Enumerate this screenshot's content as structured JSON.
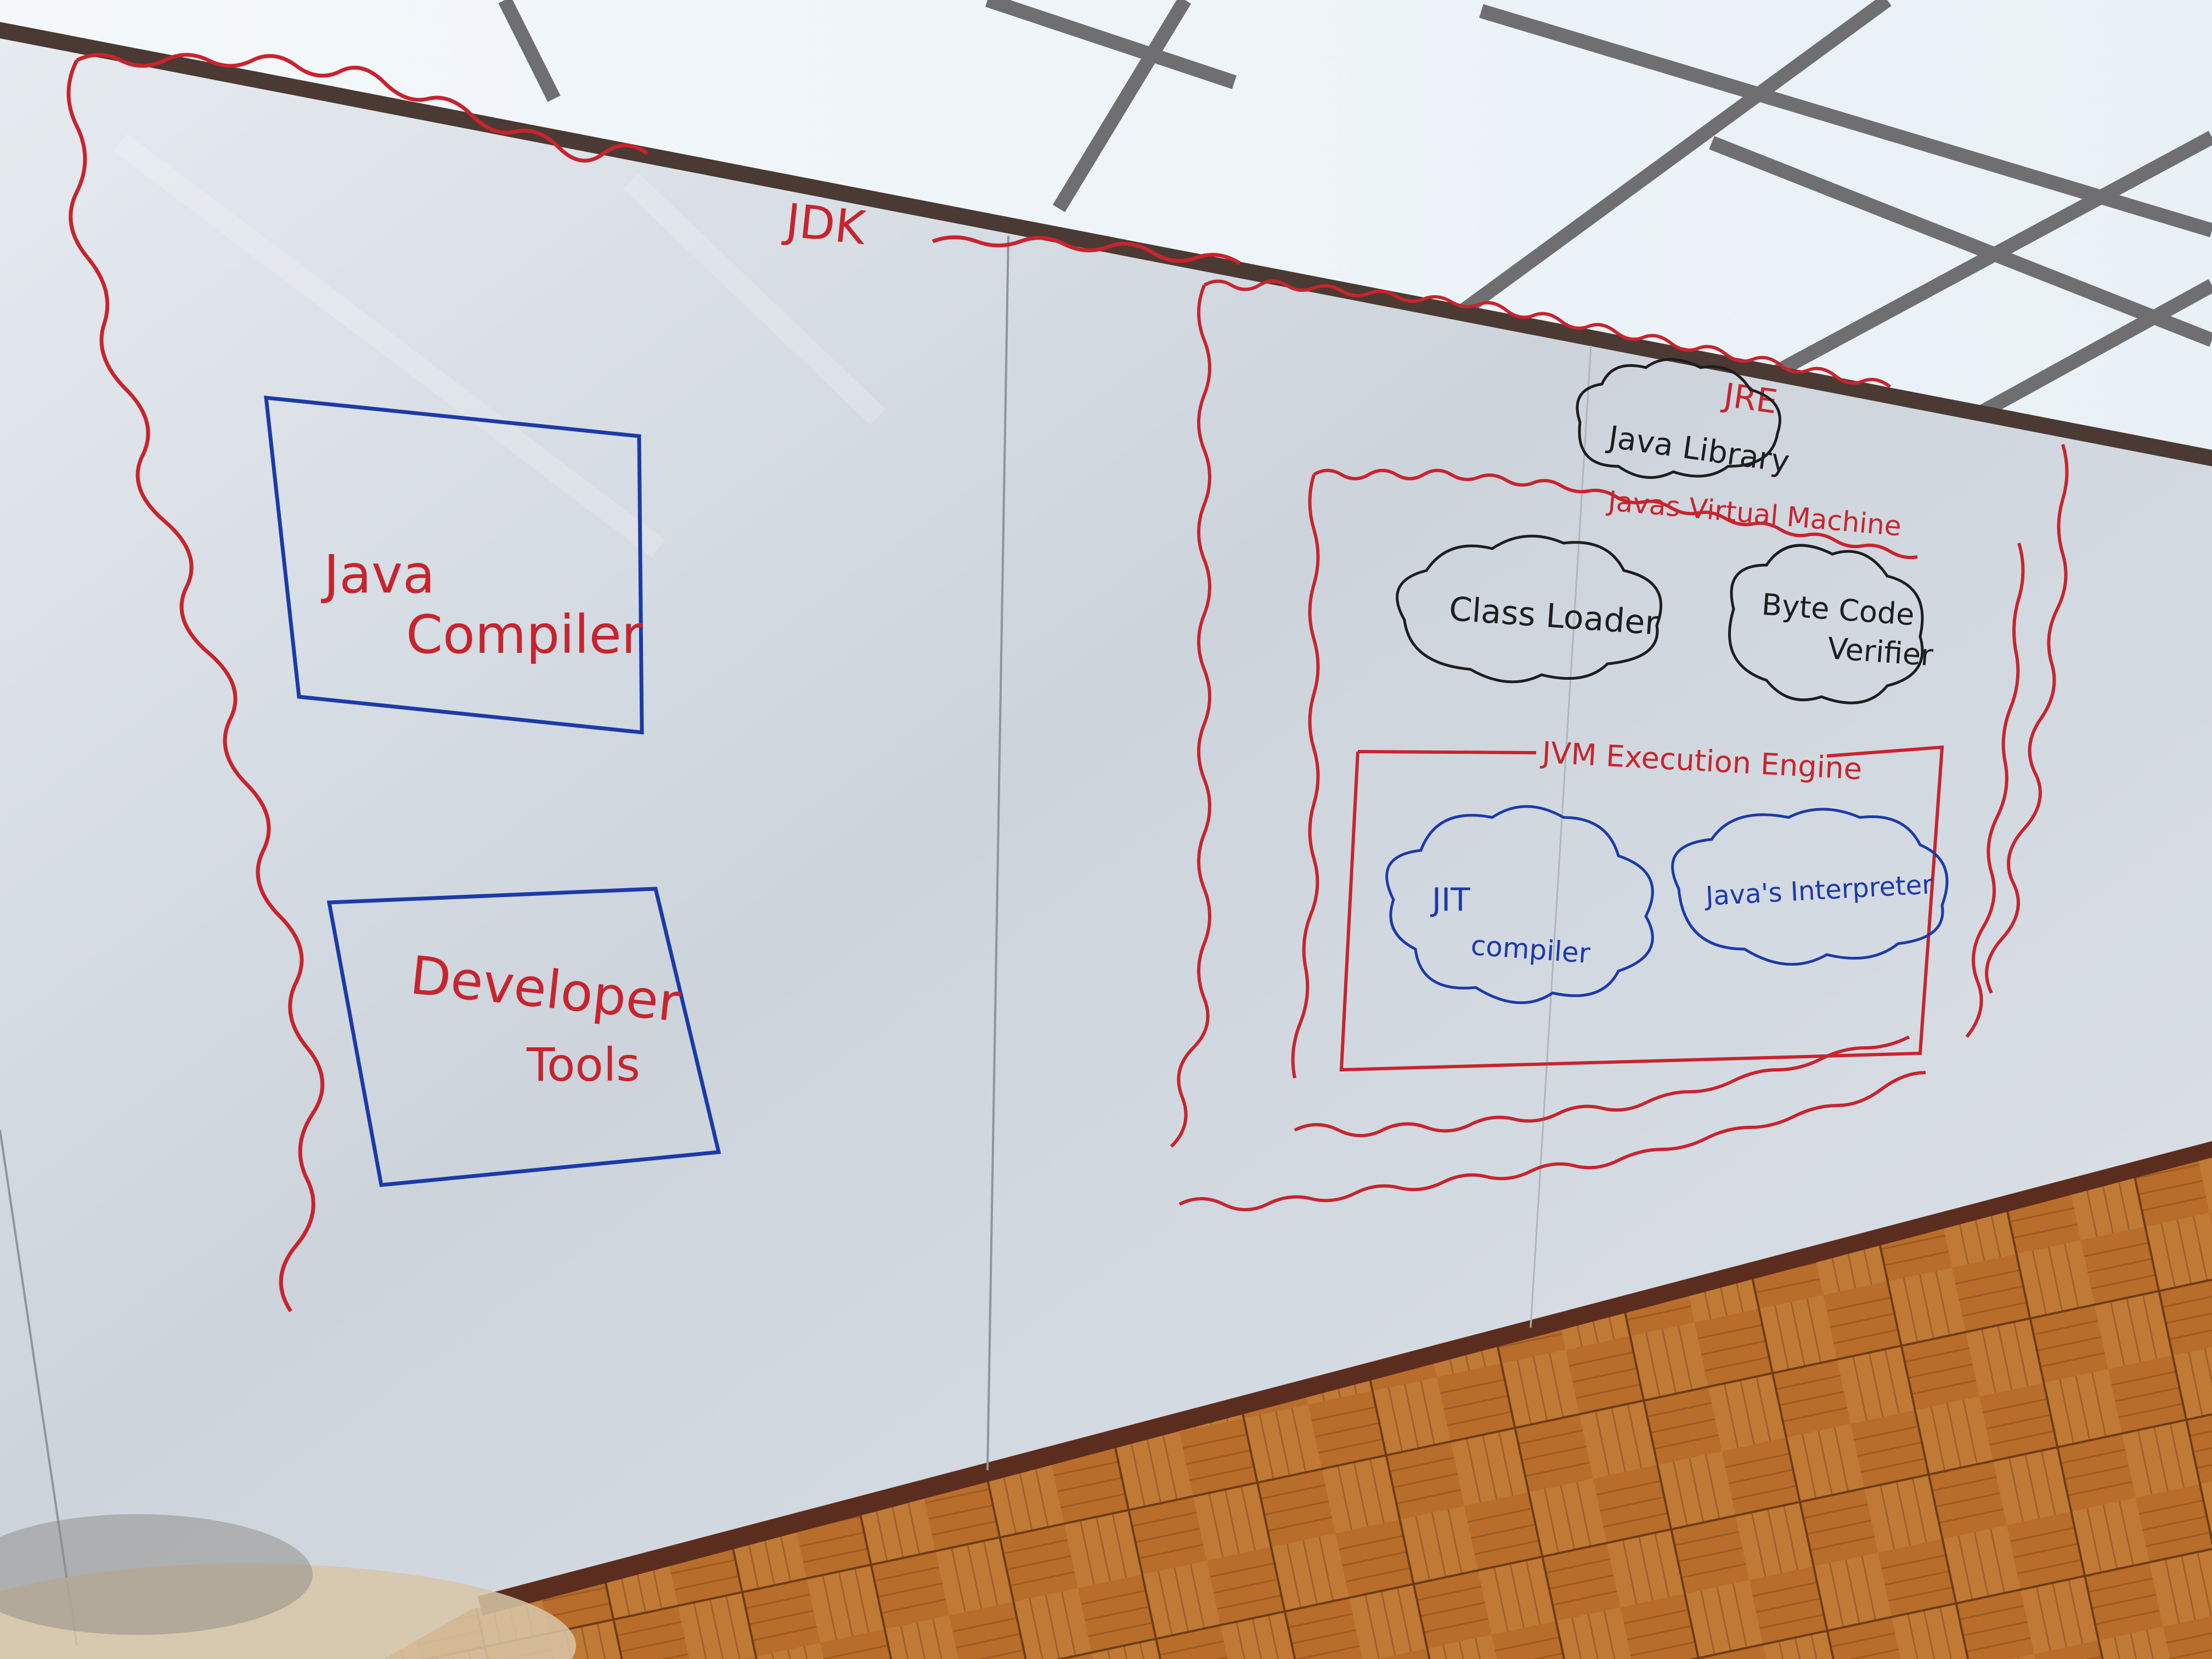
{
  "whiteboard": {
    "jdk": {
      "label": "JDK",
      "java_compiler": {
        "line1": "Java",
        "line2": "Compiler"
      },
      "developer_tools": {
        "line1": "Developer",
        "line2": "Tools"
      },
      "jre": {
        "label": "JRE",
        "java_library": "Java Library",
        "jvm": {
          "label": "Javas Virtual Machine",
          "class_loader": "Class Loader",
          "bytecode_verifier": {
            "line1": "Byte Code",
            "line2": "Verifier"
          },
          "execution_engine": {
            "label": "JVM Execution Engine",
            "jit": {
              "line1": "JIT",
              "line2": "compiler"
            },
            "interpreter": "Java's Interpreter"
          }
        }
      }
    }
  },
  "colors": {
    "red_marker": "#c8242e",
    "blue_marker": "#1c3aa8",
    "black_marker": "#1d1d1f"
  }
}
